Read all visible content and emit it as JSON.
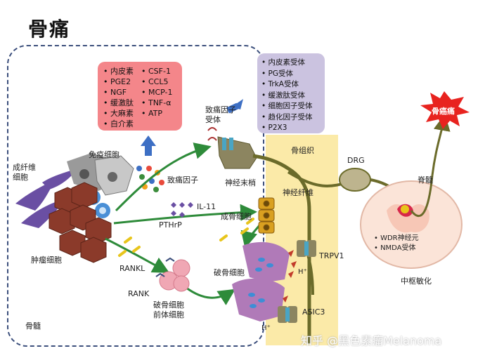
{
  "title": "骨痛",
  "receptor_box_items": [
    "• 内皮素受体",
    "• PG受体",
    "• TrkA受体",
    "• 缓激肽受体",
    "• 细胞因子受体",
    "• 趋化因子受体",
    "• P2X3"
  ],
  "factor_box_left": [
    "• 内皮素",
    "• PGE2",
    "• NGF",
    "• 缓激肽",
    "• 大麻素",
    "• 白介素"
  ],
  "factor_box_right": [
    "• CSF-1",
    "• CCL5",
    "• MCP-1",
    "• TNF-α",
    "• ATP"
  ],
  "labels": {
    "fibroblast": "成纤维\n细胞",
    "immune_cell": "免疫细胞",
    "tumor_cell": "肿瘤细胞",
    "pain_factor": "致痛因子",
    "pain_factor_receptor": "致痛因子\n受体",
    "nerve_ending": "神经末梢",
    "bone_tissue": "骨组织",
    "nerve_fiber": "神经纤维",
    "il11": "IL-11",
    "pthrp": "PTHrP",
    "osteoblast": "成骨细胞",
    "osteoclast": "破骨细胞",
    "rankl": "RANKL",
    "rank": "RANK",
    "osteoclast_precursor": "破骨细胞\n前体细胞",
    "bone_marrow": "骨髓",
    "trpv1": "TRPV1",
    "asic3": "ASIC3",
    "hplus_1": "H⁺",
    "hplus_2": "H⁺",
    "drg": "DRG",
    "spinal_cord": "脊髓",
    "wdr": "• WDR神经元",
    "nmda": "• NMDA受体",
    "central_sensitization": "中枢敏化",
    "cancer_pain": "骨癌痛"
  },
  "watermark": "知乎 @黑色素瘤Melanoma",
  "colors": {
    "factor_box": "#f4868a",
    "receptor_box": "#cbc3e0",
    "bone_tissue": "#fbeaa8",
    "arrow_green": "#2e8b3a",
    "arrow_blue": "#3d6fc4",
    "nerve_olive": "#6b6b2a",
    "tumor_cell": "#8b3a2a",
    "fibroblast": "#6a4fa3",
    "osteoclast": "#b07ab8",
    "pain_star": "#e8231f",
    "dashed_border": "#3c4f7c"
  }
}
